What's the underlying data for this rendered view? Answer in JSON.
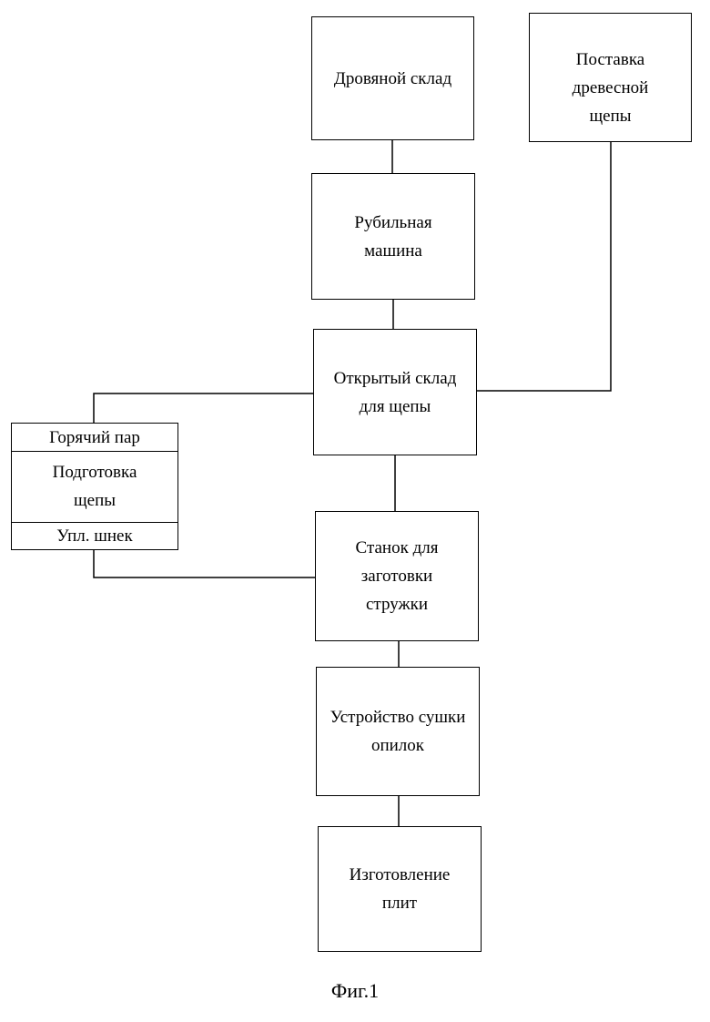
{
  "boxes": {
    "woodyard": "Дровяной склад",
    "chip_supply": [
      "Поставка",
      "древесной",
      "щепы"
    ],
    "chipper": [
      "Рубильная",
      "машина"
    ],
    "open_store": [
      "Открытый склад",
      "для щепы"
    ],
    "chip_prep": {
      "top": "Горячий пар",
      "middle": [
        "Подготовка",
        "щепы"
      ],
      "bottom": "Упл. шнек"
    },
    "flaker": [
      "Станок для",
      "заготовки",
      "стружки"
    ],
    "dryer": [
      "Устройство сушки",
      "опилок"
    ],
    "board_making": [
      "Изготовление",
      "плит"
    ]
  },
  "caption": "Фиг.1"
}
